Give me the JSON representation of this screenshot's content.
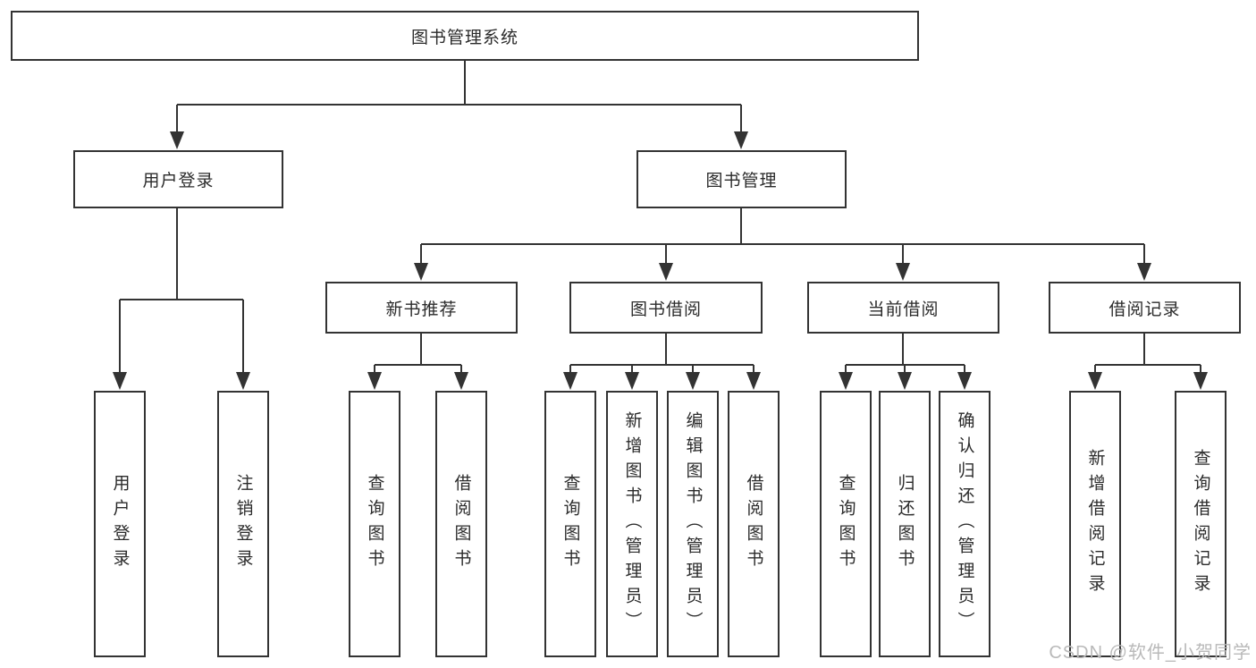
{
  "diagram": {
    "tree": {
      "label": "图书管理系统",
      "children": [
        {
          "label": "用户登录",
          "children": [
            {
              "label": "用户登录"
            },
            {
              "label": "注销登录"
            }
          ]
        },
        {
          "label": "图书管理",
          "children": [
            {
              "label": "新书推荐",
              "children": [
                {
                  "label": "查询图书"
                },
                {
                  "label": "借阅图书"
                }
              ]
            },
            {
              "label": "图书借阅",
              "children": [
                {
                  "label": "查询图书"
                },
                {
                  "label": "新增图书（管理员）"
                },
                {
                  "label": "编辑图书（管理员）"
                },
                {
                  "label": "借阅图书"
                }
              ]
            },
            {
              "label": "当前借阅",
              "children": [
                {
                  "label": "查询图书"
                },
                {
                  "label": "归还图书"
                },
                {
                  "label": "确认归还（管理员）"
                }
              ]
            },
            {
              "label": "借阅记录",
              "children": [
                {
                  "label": "新增借阅记录"
                },
                {
                  "label": "查询借阅记录"
                }
              ]
            }
          ]
        }
      ]
    },
    "colors": {
      "line": "#333333",
      "box_border": "#333333",
      "text": "#2b2b2b",
      "background": "#ffffff",
      "watermark": "#b9b9b9"
    }
  },
  "watermark": {
    "text": "CSDN @软件_小贺同学"
  }
}
